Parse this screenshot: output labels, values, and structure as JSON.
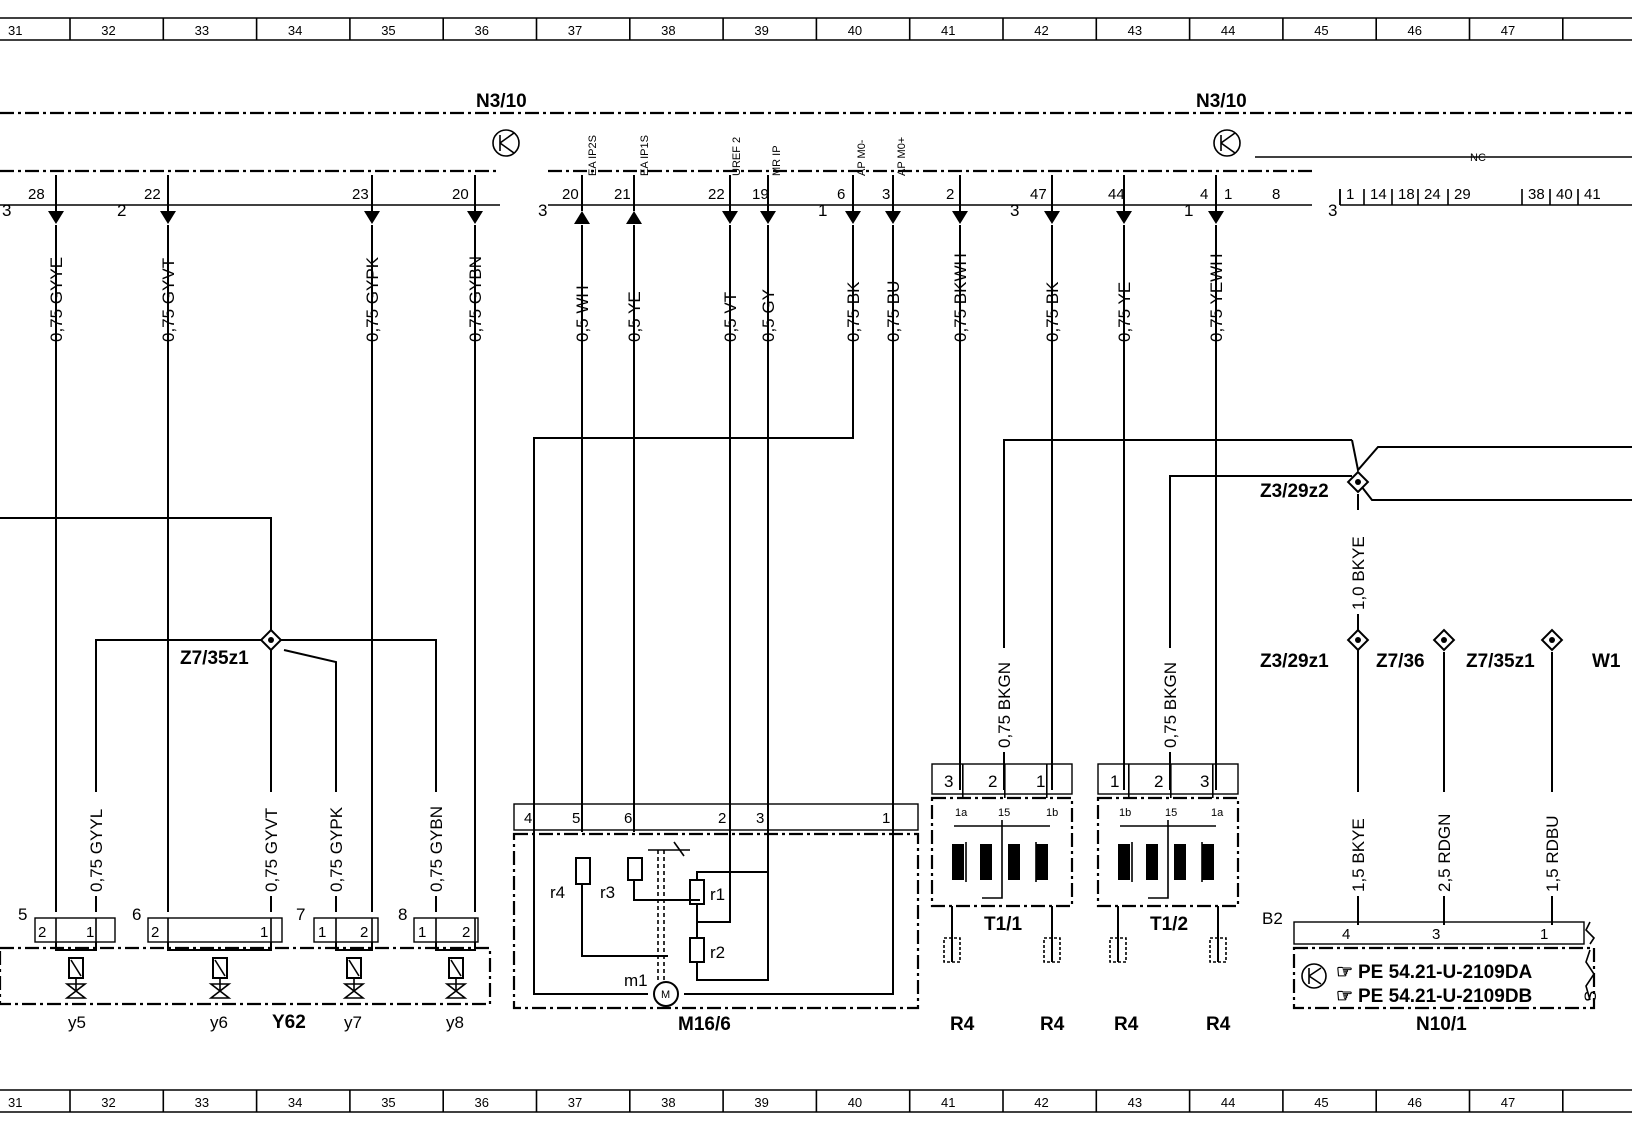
{
  "ruler_numbers": [
    "31",
    "32",
    "33",
    "34",
    "35",
    "36",
    "37",
    "38",
    "39",
    "40",
    "41",
    "42",
    "43",
    "44",
    "45",
    "46",
    "47"
  ],
  "connectors": {
    "left": {
      "label": "N3/10",
      "plug": "3",
      "pins": [
        "28"
      ]
    },
    "left_b": {
      "plug": "2",
      "pins": [
        "22",
        "23",
        "20"
      ]
    },
    "mid": {
      "plug": "3",
      "pins": [
        "20",
        "21",
        "22",
        "19"
      ],
      "signals": [
        "EA IP2S",
        "EA IP1S",
        "UREF 2",
        "MR IP"
      ]
    },
    "mid_b": {
      "plug": "1",
      "pins": [
        "6",
        "3",
        "2"
      ],
      "signals": [
        "AP M0-",
        "AP M0+"
      ]
    },
    "right": {
      "plug": "3",
      "pins": [
        "47",
        "44"
      ]
    },
    "right2": {
      "label": "N3/10",
      "plug": "1",
      "pins": [
        "4",
        "1",
        "8"
      ],
      "nc": "NC"
    },
    "far": {
      "plug": "3",
      "pins": [
        "1",
        "14",
        "18",
        "24",
        "29",
        "38",
        "40",
        "41"
      ]
    }
  },
  "wires_top": [
    "0,75 GYYE",
    "0,75 GYVT",
    "0,75 GYPK",
    "0,75 GYBN",
    "0,5 WH",
    "0,5 YE",
    "0,5 VT",
    "0,5 GY",
    "0,75 BK",
    "0,75 BU",
    "0,75 BKWH",
    "0,75 BK",
    "0,75 YE",
    "0,75 YEWH"
  ],
  "wires_bottom": [
    "0,75 GYYL",
    "0,75 GYVT",
    "0,75 GYPK",
    "0,75 GYBN",
    "0,75 BKGN",
    "0,75 BKGN",
    "1,0 BKYE",
    "1,5 BKYE",
    "2,5 RDGN",
    "1,5 RDBU"
  ],
  "splices": {
    "z7_35z1": "Z7/35z1",
    "z3_29z2": "Z3/29z2",
    "z3_29z1": "Z3/29z1",
    "z7_36": "Z7/36",
    "z7_35z1b": "Z7/35z1",
    "w1": "W1"
  },
  "valves": {
    "y5": "y5",
    "y6": "y6",
    "y7": "y7",
    "y8": "y8",
    "group": "Y62",
    "plugs": [
      "5",
      "6",
      "7",
      "8"
    ],
    "pins_a": [
      "2",
      "1"
    ],
    "pins_b": [
      "2",
      "1"
    ],
    "pins_c": [
      "1",
      "2"
    ],
    "pins_d": [
      "1",
      "2"
    ]
  },
  "motor": {
    "label": "M16/6",
    "m1": "m1",
    "r1": "r1",
    "r2": "r2",
    "r3": "r3",
    "r4": "r4",
    "pins": [
      "4",
      "5",
      "6",
      "2",
      "3",
      "1"
    ]
  },
  "coils": {
    "t1": "T1/1",
    "t2": "T1/2",
    "r4": "R4",
    "t1_pins": [
      "3",
      "2",
      "1"
    ],
    "t1_inner": [
      "1a",
      "15",
      "1b"
    ],
    "t2_pins": [
      "1",
      "2",
      "3"
    ],
    "t2_inner": [
      "1b",
      "15",
      "1a"
    ]
  },
  "module": {
    "label": "N10/1",
    "plug": "B2",
    "pins": [
      "4",
      "3",
      "1"
    ],
    "ref1": "PE 54.21-U-2109DA",
    "ref2": "PE 54.21-U-2109DB"
  },
  "edge_text": {
    "s": "S"
  }
}
